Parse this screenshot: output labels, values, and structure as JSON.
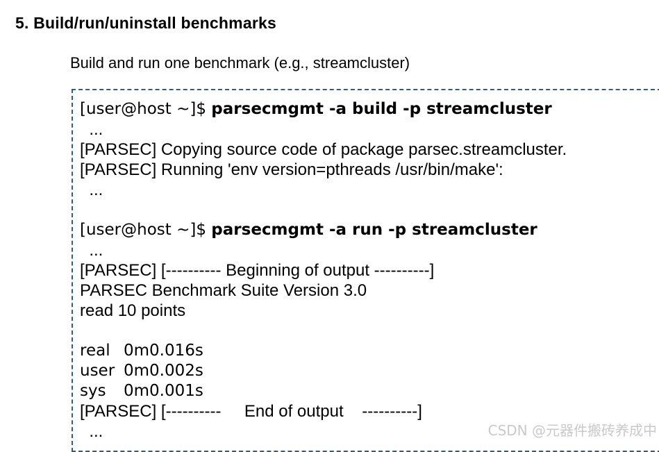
{
  "page": {
    "title": "5. Build/run/uninstall benchmarks",
    "subtitle": "Build and run one benchmark (e.g., streamcluster)"
  },
  "terminal": {
    "border_color": "#2b5e80",
    "lines": [
      {
        "type": "prompt",
        "prompt": "[user@host ~]$ ",
        "command": "parsecmgmt -a build -p streamcluster"
      },
      {
        "type": "output",
        "text": "  ..."
      },
      {
        "type": "output",
        "text": "[PARSEC] Copying source code of package parsec.streamcluster."
      },
      {
        "type": "output",
        "text": "[PARSEC] Running 'env version=pthreads /usr/bin/make':"
      },
      {
        "type": "output",
        "text": "  ..."
      },
      {
        "type": "blank"
      },
      {
        "type": "prompt",
        "prompt": "[user@host ~]$ ",
        "command": "parsecmgmt -a run -p streamcluster"
      },
      {
        "type": "output",
        "text": "  ..."
      },
      {
        "type": "output",
        "text": "[PARSEC] [---------- Beginning of output ----------]"
      },
      {
        "type": "output",
        "text": "PARSEC Benchmark Suite Version 3.0"
      },
      {
        "type": "output",
        "text": "read 10 points"
      },
      {
        "type": "blank"
      },
      {
        "type": "time",
        "label": "real",
        "value": "0m0.016s"
      },
      {
        "type": "time",
        "label": "user",
        "value": "0m0.002s"
      },
      {
        "type": "time",
        "label": "sys",
        "value": "0m0.001s"
      },
      {
        "type": "output",
        "text": "[PARSEC] [----------     End of output    ----------]"
      },
      {
        "type": "output",
        "text": "  ..."
      }
    ]
  },
  "watermark": {
    "text": "CSDN @元器件搬砖养成中",
    "color": "#c9c9c9"
  }
}
